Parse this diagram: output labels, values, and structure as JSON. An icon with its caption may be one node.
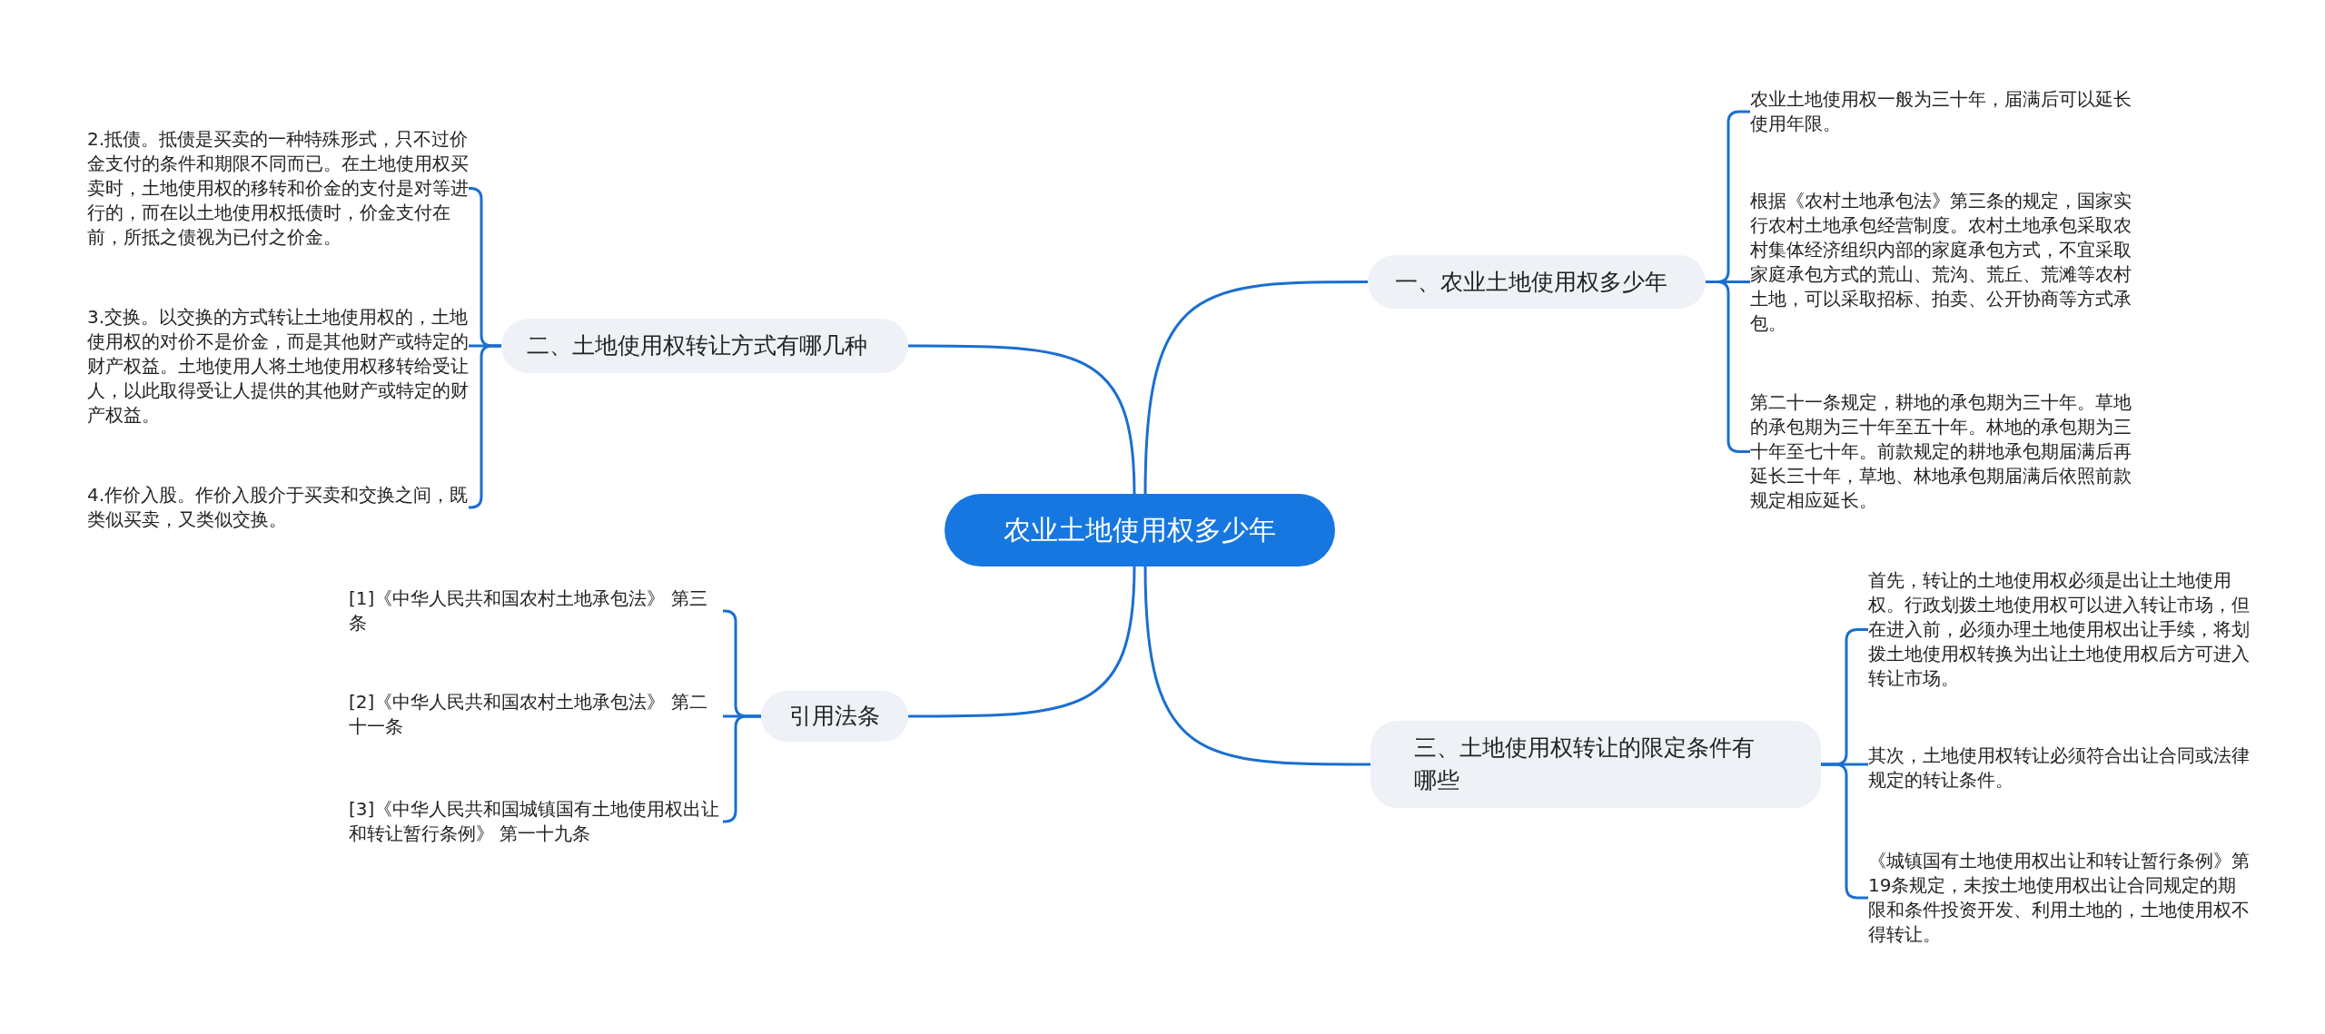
{
  "diagram": {
    "nodes": [
      {
        "text": [
          "农业土地使用权多少年"
        ]
      },
      {
        "text": [
          "一、农业土地使用权多少年"
        ]
      },
      {
        "text": [
          "农业土地使用权一般为三十年，届满后可以延长使用年限。"
        ]
      },
      {
        "text": [
          "根据《农村土地承包法》第三条的规定，国家实行农村土地承包经营制度。农村土地承包采取农村集体经济组织内部的家庭承包方式，不宜采取家庭承包方式的荒山、荒沟、荒丘、荒滩等农村土地，可以采取招标、拍卖、公开协商等方式承包。"
        ]
      },
      {
        "text": [
          "第二十一条规定，耕地的承包期为三十年。草地的承包期为三十年至五十年。林地的承包期为三十年至七十年。前款规定的耕地承包期届满后再延长三十年，草地、林地承包期届满后依照前款规定相应延长。"
        ]
      },
      {
        "text": [
          "二、土地使用权转让方式有哪几种"
        ]
      },
      {
        "text": [
          "2.抵债。抵债是买卖的一种特殊形式，只不过价金支付的条件和期限不同而已。在土地使用权买卖时，土地使用权的移转和价金的支付是对等进行的，而在以土地使用权抵债时，价金支付在前，所抵之债视为已付之价金。"
        ]
      },
      {
        "text": [
          "3.交换。以交换的方式转让土地使用权的，土地使用权的对价不是价金，而是其他财产或特定的财产权益。土地使用人将土地使用权移转给受让人，以此取得受让人提供的其他财产或特定的财产权益。"
        ]
      },
      {
        "text": [
          "4.作价入股。作价入股介于买卖和交换之间，既类似买卖，又类似交换。"
        ]
      },
      {
        "text": [
          "三、土地使用权转让的限定条件有哪些"
        ]
      },
      {
        "text": [
          "首先，转让的土地使用权必须是出让土地使用权。行政划拨土地使用权可以进入转让市场，但在进入前，必须办理土地使用权出让手续，将划拨土地使用权转换为出让土地使用权后方可进入转让市场。"
        ]
      },
      {
        "text": [
          "其次，土地使用权转让必须符合出让合同或法律规定的转让条件。"
        ]
      },
      {
        "text": [
          "《城镇国有土地使用权出让和转让暂行条例》第19条规定，未按土地使用权出让合同规定的期限和条件投资开发、利用土地的，土地使用权不得转让。"
        ]
      },
      {
        "text": [
          "引用法条"
        ]
      },
      {
        "text": [
          "[1]《中华人民共和国农村土地承包法》 第三条"
        ]
      },
      {
        "text": [
          "[2]《中华人民共和国农村土地承包法》 第二十一条"
        ]
      },
      {
        "text": [
          "[3]《中华人民共和国城镇国有土地使用权出让和转让暂行条例》 第一十九条"
        ]
      }
    ],
    "edges": [
      {
        "from": 0,
        "to": 1,
        "arrow": "none"
      },
      {
        "from": 1,
        "to": 2,
        "arrow": "none"
      },
      {
        "from": 1,
        "to": 3,
        "arrow": "none"
      },
      {
        "from": 1,
        "to": 4,
        "arrow": "none"
      },
      {
        "from": 0,
        "to": 5,
        "arrow": "none"
      },
      {
        "from": 5,
        "to": 6,
        "arrow": "none"
      },
      {
        "from": 5,
        "to": 7,
        "arrow": "none"
      },
      {
        "from": 5,
        "to": 8,
        "arrow": "none"
      },
      {
        "from": 0,
        "to": 9,
        "arrow": "none"
      },
      {
        "from": 9,
        "to": 10,
        "arrow": "none"
      },
      {
        "from": 9,
        "to": 11,
        "arrow": "none"
      },
      {
        "from": 9,
        "to": 12,
        "arrow": "none"
      },
      {
        "from": 0,
        "to": 13,
        "arrow": "none"
      },
      {
        "from": 13,
        "to": 14,
        "arrow": "none"
      },
      {
        "from": 13,
        "to": 15,
        "arrow": "none"
      },
      {
        "from": 13,
        "to": 16,
        "arrow": "none"
      }
    ]
  }
}
